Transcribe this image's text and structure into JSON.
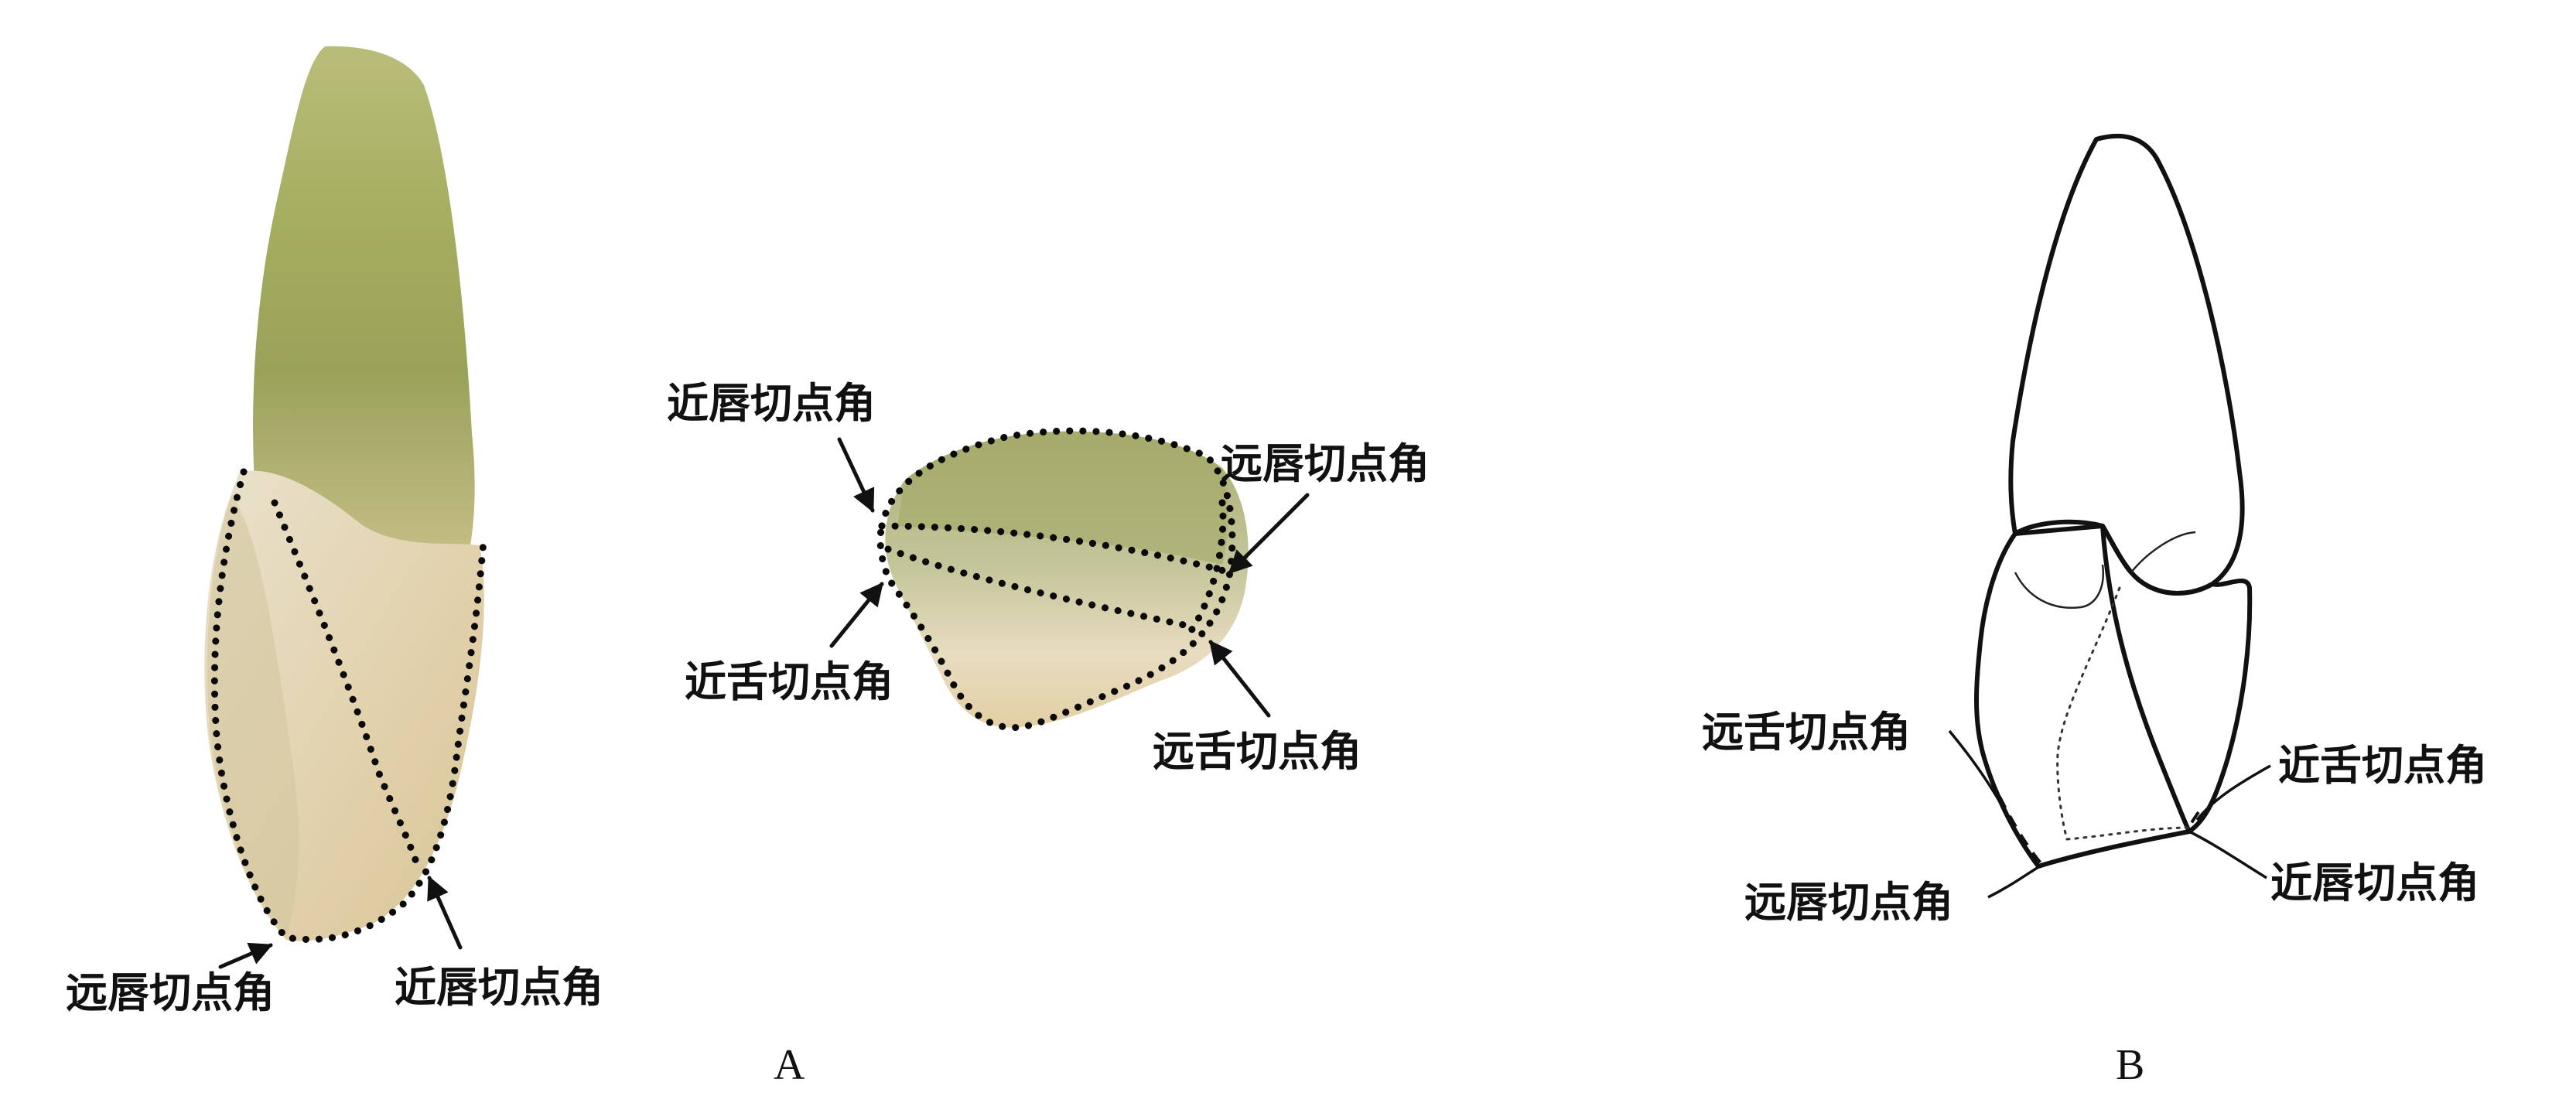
{
  "panel_a": {
    "label": "A",
    "labial_view": {
      "label_distolabial": "远唇切点角",
      "label_mesiolabial": "近唇切点角"
    },
    "incisal_view": {
      "label_mesiolabial": "近唇切点角",
      "label_distolabial": "远唇切点角",
      "label_mesiolingual": "近舌切点角",
      "label_distolingual": "远舌切点角"
    }
  },
  "panel_b": {
    "label": "B",
    "label_distolingual": "远舌切点角",
    "label_mesiolingual": "近舌切点角",
    "label_distolabial": "远唇切点角",
    "label_mesiolabial": "近唇切点角",
    "root_color": "#f9ee6a"
  }
}
